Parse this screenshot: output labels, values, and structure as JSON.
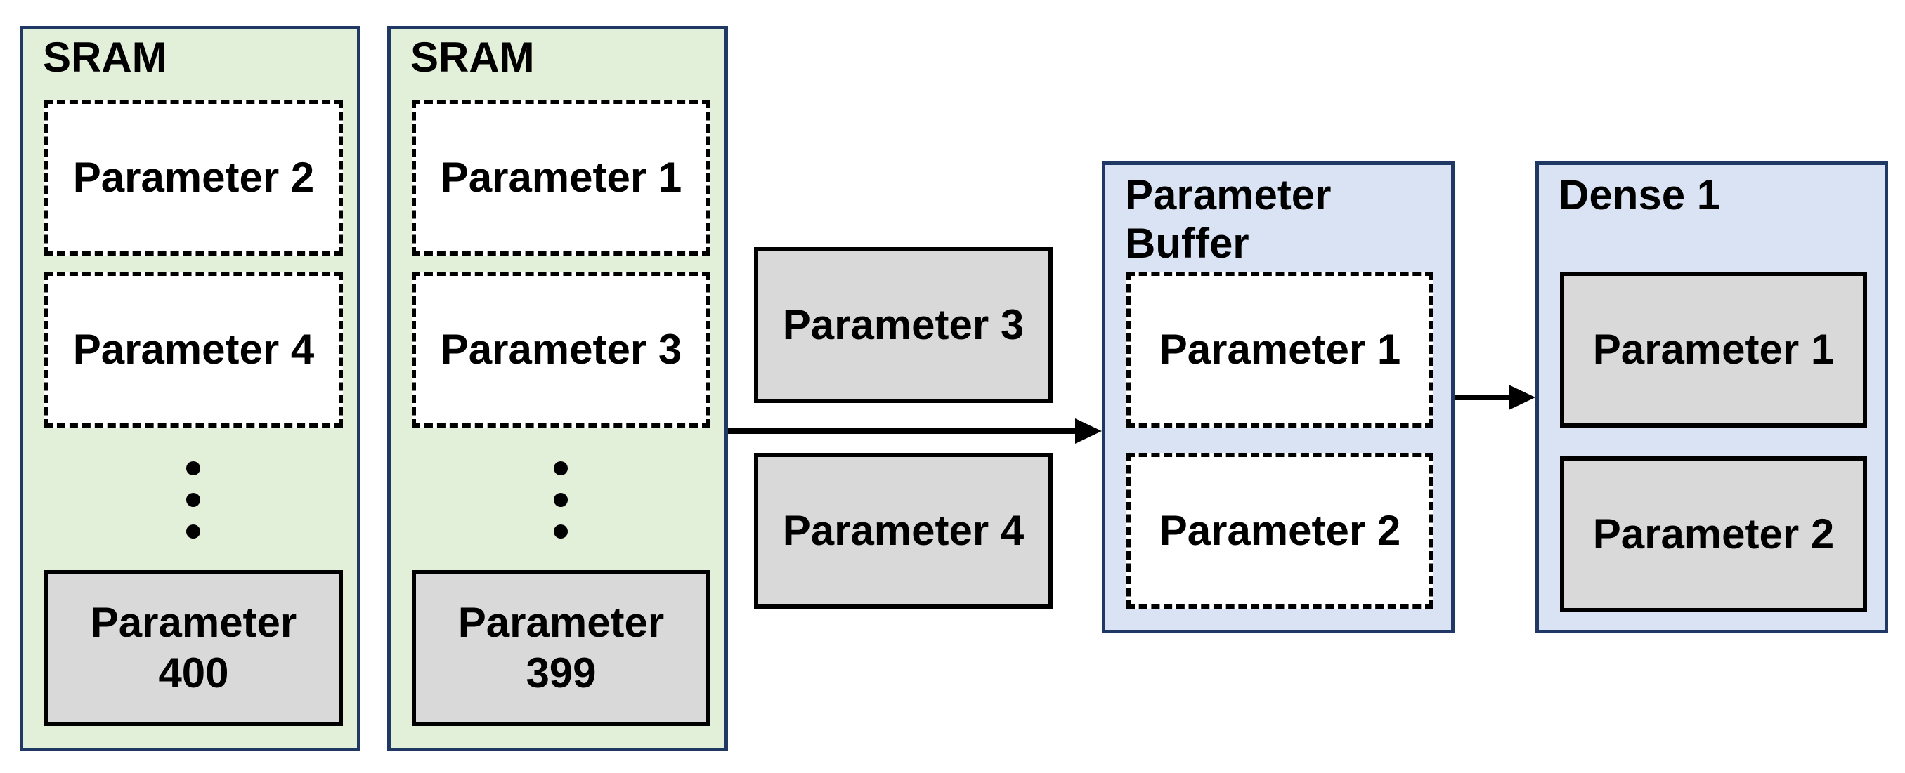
{
  "sram_left": {
    "title": "SRAM",
    "slots": [
      "Parameter 2",
      "Parameter 4"
    ],
    "last": "Parameter\n400"
  },
  "sram_right": {
    "title": "SRAM",
    "slots": [
      "Parameter 1",
      "Parameter 3"
    ],
    "last": "Parameter\n399"
  },
  "in_transit": [
    "Parameter 3",
    "Parameter 4"
  ],
  "parameter_buffer": {
    "title": "Parameter\n   Buffer",
    "slots": [
      "Parameter 1",
      "Parameter 2"
    ]
  },
  "dense": {
    "title": "Dense 1",
    "items": [
      "Parameter 1",
      "Parameter 2"
    ]
  }
}
